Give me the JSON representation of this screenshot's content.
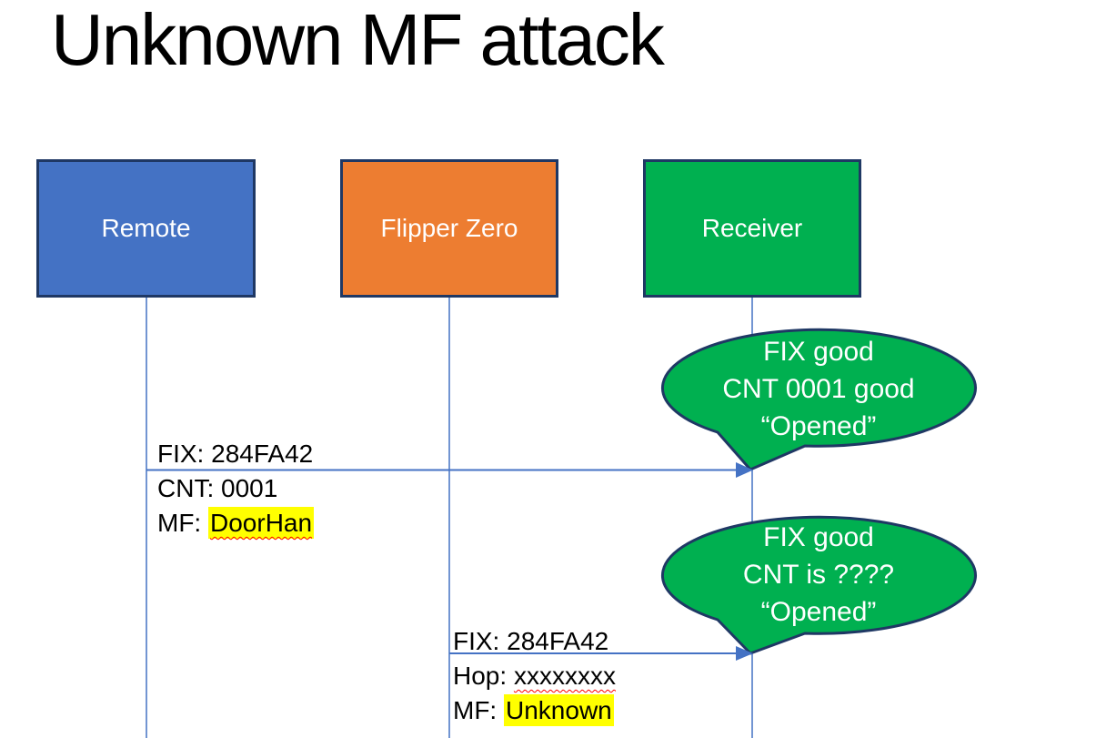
{
  "slide": {
    "title": "Unknown MF attack"
  },
  "actors": [
    {
      "label": "Remote"
    },
    {
      "label": "Flipper Zero"
    },
    {
      "label": "Receiver"
    }
  ],
  "messages": [
    {
      "from": "Remote",
      "to": "Receiver",
      "line1": "FIX: 284FA42",
      "line2_prefix": "CNT: ",
      "line2_value": "0001",
      "line3_prefix": "MF: ",
      "line3_value": "DoorHan"
    },
    {
      "from": "Flipper Zero",
      "to": "Receiver",
      "line1": "FIX: 284FA42",
      "line2_prefix": "Hop: ",
      "line2_value": "xxxxxxxx",
      "line3_prefix": "MF: ",
      "line3_value": "Unknown"
    }
  ],
  "callouts": [
    {
      "points_to": "Receiver",
      "line1": "FIX good",
      "line2": "CNT 0001 good",
      "line3": "“Opened”"
    },
    {
      "points_to": "Receiver",
      "line1": "FIX good",
      "line2": "CNT is ????",
      "line3": "“Opened”"
    }
  ],
  "colors": {
    "remote_fill": "#4472C4",
    "flipper_fill": "#ED7D31",
    "receiver_fill": "#00B050",
    "callout_fill": "#00B050",
    "outline": "#1F3864",
    "connector": "#4472C4",
    "text_on_fill": "#FFFFFF",
    "message_text": "#000000",
    "highlight": "#FFFF00",
    "squiggle": "#FF0000"
  }
}
